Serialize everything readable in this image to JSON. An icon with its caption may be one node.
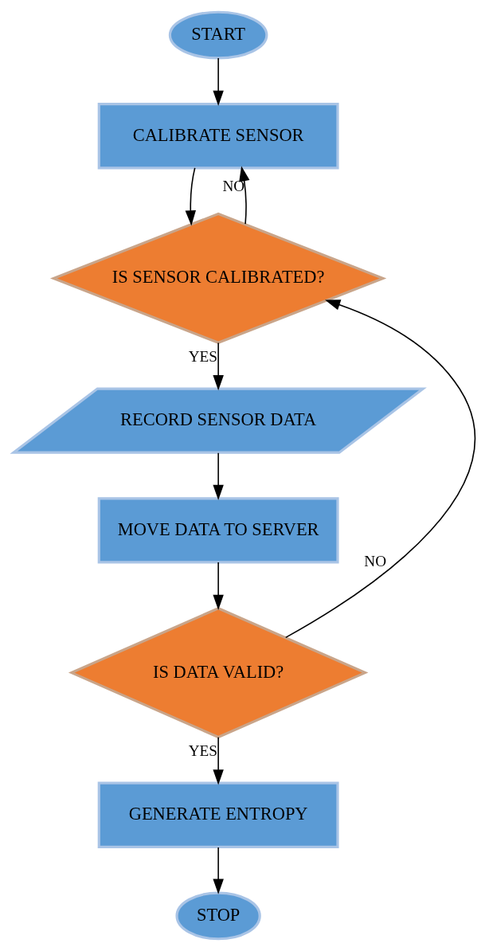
{
  "diagram": {
    "nodes": [
      {
        "text": [
          "START"
        ]
      },
      {
        "text": [
          "CALIBRATE SENSOR"
        ]
      },
      {
        "text": [
          "IS SENSOR CALIBRATED?"
        ]
      },
      {
        "text": [
          "RECORD SENSOR DATA"
        ]
      },
      {
        "text": [
          "MOVE DATA TO SERVER"
        ]
      },
      {
        "text": [
          "IS DATA VALID?"
        ]
      },
      {
        "text": [
          "GENERATE ENTROPY"
        ]
      },
      {
        "text": [
          "STOP"
        ]
      }
    ],
    "edges": [
      {
        "from": 0,
        "to": 1,
        "arrow": "to"
      },
      {
        "from": 1,
        "to": 2,
        "arrow": "to"
      },
      {
        "from": 2,
        "to": 1,
        "arrow": "to",
        "label": "NO"
      },
      {
        "from": 2,
        "to": 3,
        "arrow": "to",
        "label": "YES"
      },
      {
        "from": 3,
        "to": 4,
        "arrow": "to"
      },
      {
        "from": 4,
        "to": 5,
        "arrow": "to"
      },
      {
        "from": 5,
        "to": 2,
        "arrow": "to",
        "label": "NO"
      },
      {
        "from": 5,
        "to": 6,
        "arrow": "to",
        "label": "YES"
      },
      {
        "from": 6,
        "to": 7,
        "arrow": "to"
      }
    ]
  }
}
